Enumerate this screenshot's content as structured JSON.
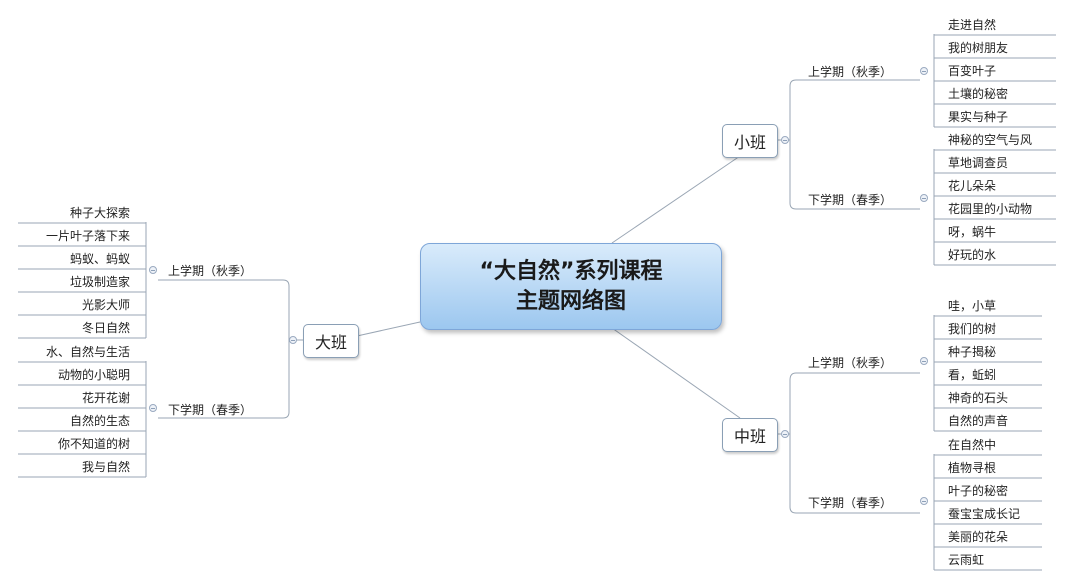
{
  "center": {
    "line1": "“大自然”系列课程",
    "line2": "主题网络图"
  },
  "classes": {
    "small": {
      "name": "小班",
      "upper": {
        "label": "上学期（秋季）",
        "items": [
          "走进自然",
          "我的树朋友",
          "百变叶子",
          "土壤的秘密",
          "果实与种子"
        ]
      },
      "lower": {
        "label": "下学期（春季）",
        "items": [
          "神秘的空气与风",
          "草地调查员",
          "花儿朵朵",
          "花园里的小动物",
          "呀，蜗牛",
          "好玩的水"
        ]
      }
    },
    "middle": {
      "name": "中班",
      "upper": {
        "label": "上学期（秋季）",
        "items": [
          "哇，小草",
          "我们的树",
          "种子揭秘",
          "看，蚯蚓",
          "神奇的石头",
          "自然的声音"
        ]
      },
      "lower": {
        "label": "下学期（春季）",
        "items": [
          "在自然中",
          "植物寻根",
          "叶子的秘密",
          "蚕宝宝成长记",
          "美丽的花朵",
          "云雨虹"
        ]
      }
    },
    "large": {
      "name": "大班",
      "upper": {
        "label": "上学期（秋季）",
        "items": [
          "种子大探索",
          "一片叶子落下来",
          "蚂蚁、蚂蚁",
          "垃圾制造家",
          "光影大师",
          "冬日自然"
        ]
      },
      "lower": {
        "label": "下学期（春季）",
        "items": [
          "水、自然与生活",
          "动物的小聪明",
          "花开花谢",
          "自然的生态",
          "你不知道的树",
          "我与自然"
        ]
      }
    }
  }
}
